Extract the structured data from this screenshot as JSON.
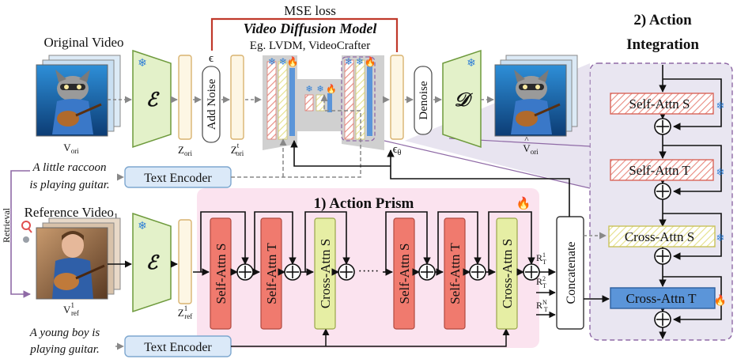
{
  "colors": {
    "prism_bg": "#fbe3ef",
    "integration_bg": "#e9e6f1",
    "integration_border": "#8f6aa6",
    "self_attn_fill": "#f07a6e",
    "cross_attn_fill": "#e6eea4",
    "encoder_fill": "#e3f1c9",
    "encoder_stroke": "#6e9a3c",
    "text_encoder_fill": "#dbe9f8",
    "text_encoder_stroke": "#7ea7cf",
    "latent_fill": "#fdf6e4",
    "latent_stroke": "#d9b370",
    "mse_red": "#c0392b",
    "gray_model": "#d0d0d0",
    "blue_block": "#5b95d9"
  },
  "top": {
    "mse_loss": "MSE loss",
    "model_title": "Video Diffusion Model",
    "model_examples": "Eg. LVDM, VideoCrafter",
    "original_video": "Original Video",
    "v_ori": "V",
    "v_ori_sub": "ori",
    "encoder_symbol": "ℰ",
    "decoder_symbol": "𝒟",
    "z_ori": "Z",
    "z_ori_sub": "ori",
    "z_t_ori": "Z",
    "z_t_ori_sup": "t",
    "z_t_ori_sub": "ori",
    "epsilon": "ϵ",
    "epsilon_theta": "ϵ",
    "epsilon_theta_sub": "θ",
    "add_noise": "Add Noise",
    "denoise": "Denoise",
    "v_hat": "V",
    "v_hat_sub": "ori"
  },
  "left": {
    "prompt1_line1": "A little raccoon",
    "prompt1_line2": "is playing guitar.",
    "retrieval": "Retrieval",
    "reference_video": "Reference Video",
    "reference_video_sub": "1",
    "v_ref": "V",
    "v_ref_sup": "1",
    "v_ref_sub": "ref",
    "z_ref": "Z",
    "z_ref_sup": "1",
    "z_ref_sub": "ref",
    "prompt2_line1": "A young boy is",
    "prompt2_line2": "playing guitar."
  },
  "text_encoder_label": "Text Encoder",
  "prism": {
    "title": "1) Action Prism",
    "blocks": [
      "Self-Attn S",
      "Self-Attn T",
      "Cross-Attn S",
      "Self-Attn S",
      "Self-Attn T",
      "Cross-Attn S"
    ],
    "ellipsis": "·····",
    "r1": "R",
    "r1_sup": "1",
    "r1_sub": "T",
    "r2": "R",
    "r2_sup": "2",
    "r2_sub": "T",
    "rn": "R",
    "rn_sup": "N",
    "rn_sub": "T",
    "concatenate": "Concatenate"
  },
  "integration": {
    "title_line1": "2) Action",
    "title_line2": "Integration",
    "blocks": [
      "Self-Attn S",
      "Self-Attn T",
      "Cross-Attn S",
      "Cross-Attn T"
    ]
  }
}
